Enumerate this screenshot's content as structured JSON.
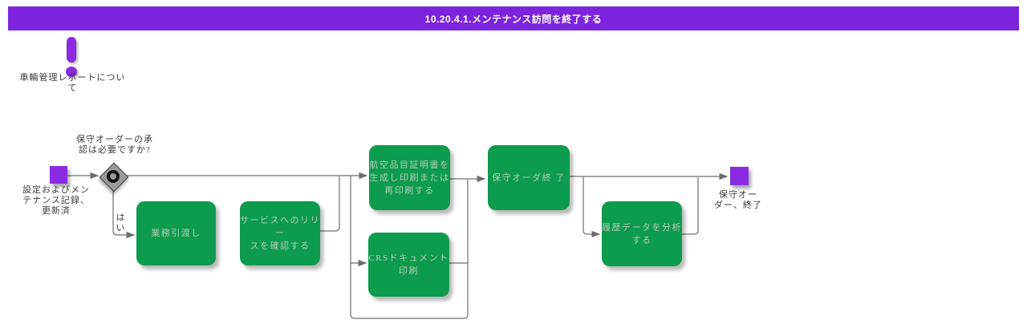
{
  "title": "10.20.4.1.メンテナンス訪問を終了する",
  "note": {
    "label": "車輛管理レポートについ\nて"
  },
  "start": {
    "label": "設定およびメン\nテナンス記録、\n更新済"
  },
  "gateway": {
    "question": "保守オーダーの承\n認は必要ですか?",
    "yes_label": "はい"
  },
  "tasks": [
    {
      "id": "handover",
      "label": "業務引渡し"
    },
    {
      "id": "confirm-release",
      "label": "サービスへのリリー\nスを確認する"
    },
    {
      "id": "print-certificate",
      "label": "航空品目証明書を\n生成し印刷または\n再印刷する"
    },
    {
      "id": "print-crs",
      "label": "CRSドキュメント\n印刷"
    },
    {
      "id": "close-order",
      "label": "保守オーダ終 了"
    },
    {
      "id": "analyze-history",
      "label": "履歴データを分析\nする"
    }
  ],
  "end": {
    "label": "保守オー\nダー、終了"
  },
  "colors": {
    "accent": "#7c24dd",
    "node": "#8a2be2",
    "task": "#0d9b4d",
    "line": "#6e6e6e",
    "text": "#3b3b3b",
    "task_text": "#b4cdbb",
    "gateway": "#9b9b9b"
  }
}
